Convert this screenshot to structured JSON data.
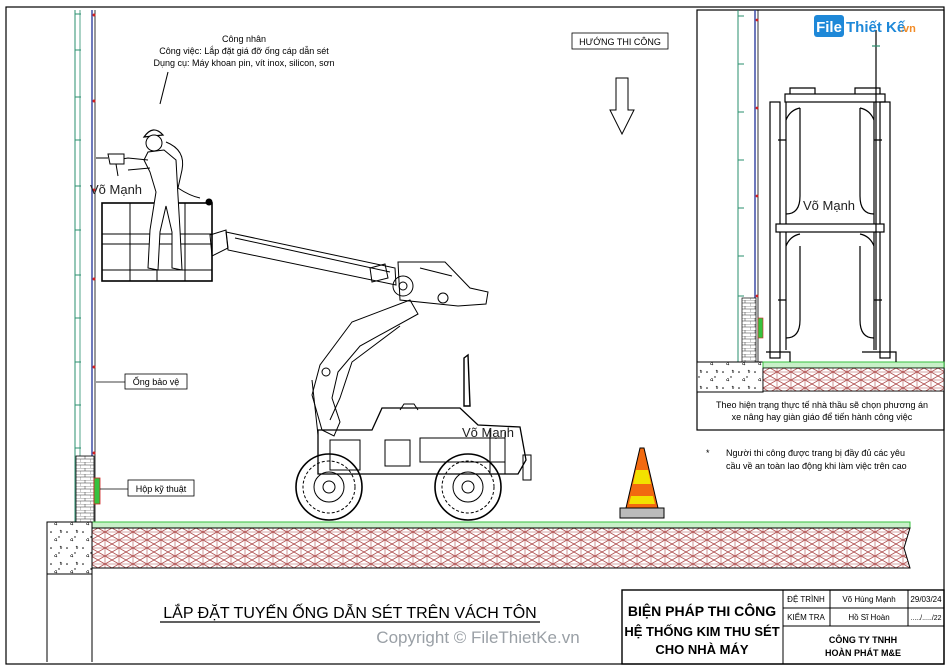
{
  "callouts": {
    "worker_title": "Công nhân",
    "worker_task": "Công việc: Lắp đặt giá đỡ ống cáp dẫn sét",
    "worker_tools": "Dụng cụ: Máy khoan pin, vít inox, silicon, sơn",
    "direction": "HƯỚNG THI CÔNG",
    "protective_pipe": "Ống bảo vệ",
    "tech_box": "Hộp kỹ thuật",
    "option_note_1": "Theo hiện trạng thực tế nhà thầu sẽ chọn phương án",
    "option_note_2": "xe nâng hay giàn giáo để tiến hành công việc",
    "safety_bullet": "*",
    "safety_note_1": "Người thi công được trang bị đầy đủ các yêu",
    "safety_note_2": "cầu về an toàn lao động khi làm việc trên cao"
  },
  "watermarks": {
    "name": "Võ Mạnh",
    "logo_file": "File",
    "logo_rest": "Thiết Kế",
    "logo_domain": ".vn",
    "copyright": "Copyright © FileThietKe.vn"
  },
  "drawing_title": "LẮP ĐẶT TUYẾN ỐNG DẪN SÉT TRÊN VÁCH TÔN",
  "title_block": {
    "title_1": "BIỆN PHÁP THI CÔNG",
    "title_2": "HỆ THỐNG KIM THU SÉT",
    "title_3": "CHO NHÀ MÁY",
    "submit_label": "ĐỆ TRÌNH",
    "submit_name": "Võ Hùng Mạnh",
    "submit_date": "29/03/24",
    "check_label": "KIỂM TRA",
    "check_name": "Hồ Sĩ Hoàn",
    "check_date": "...../...../22",
    "company_1": "CÔNG TY TNHH",
    "company_2": "HOÀN PHÁT M&E"
  },
  "colors": {
    "logo_blue": "#1e88d8",
    "logo_orange": "#f28c28",
    "grass": "#37c23f",
    "brick": "#b05050",
    "cone_orange": "#f26a10",
    "cone_yellow": "#f2e200"
  }
}
